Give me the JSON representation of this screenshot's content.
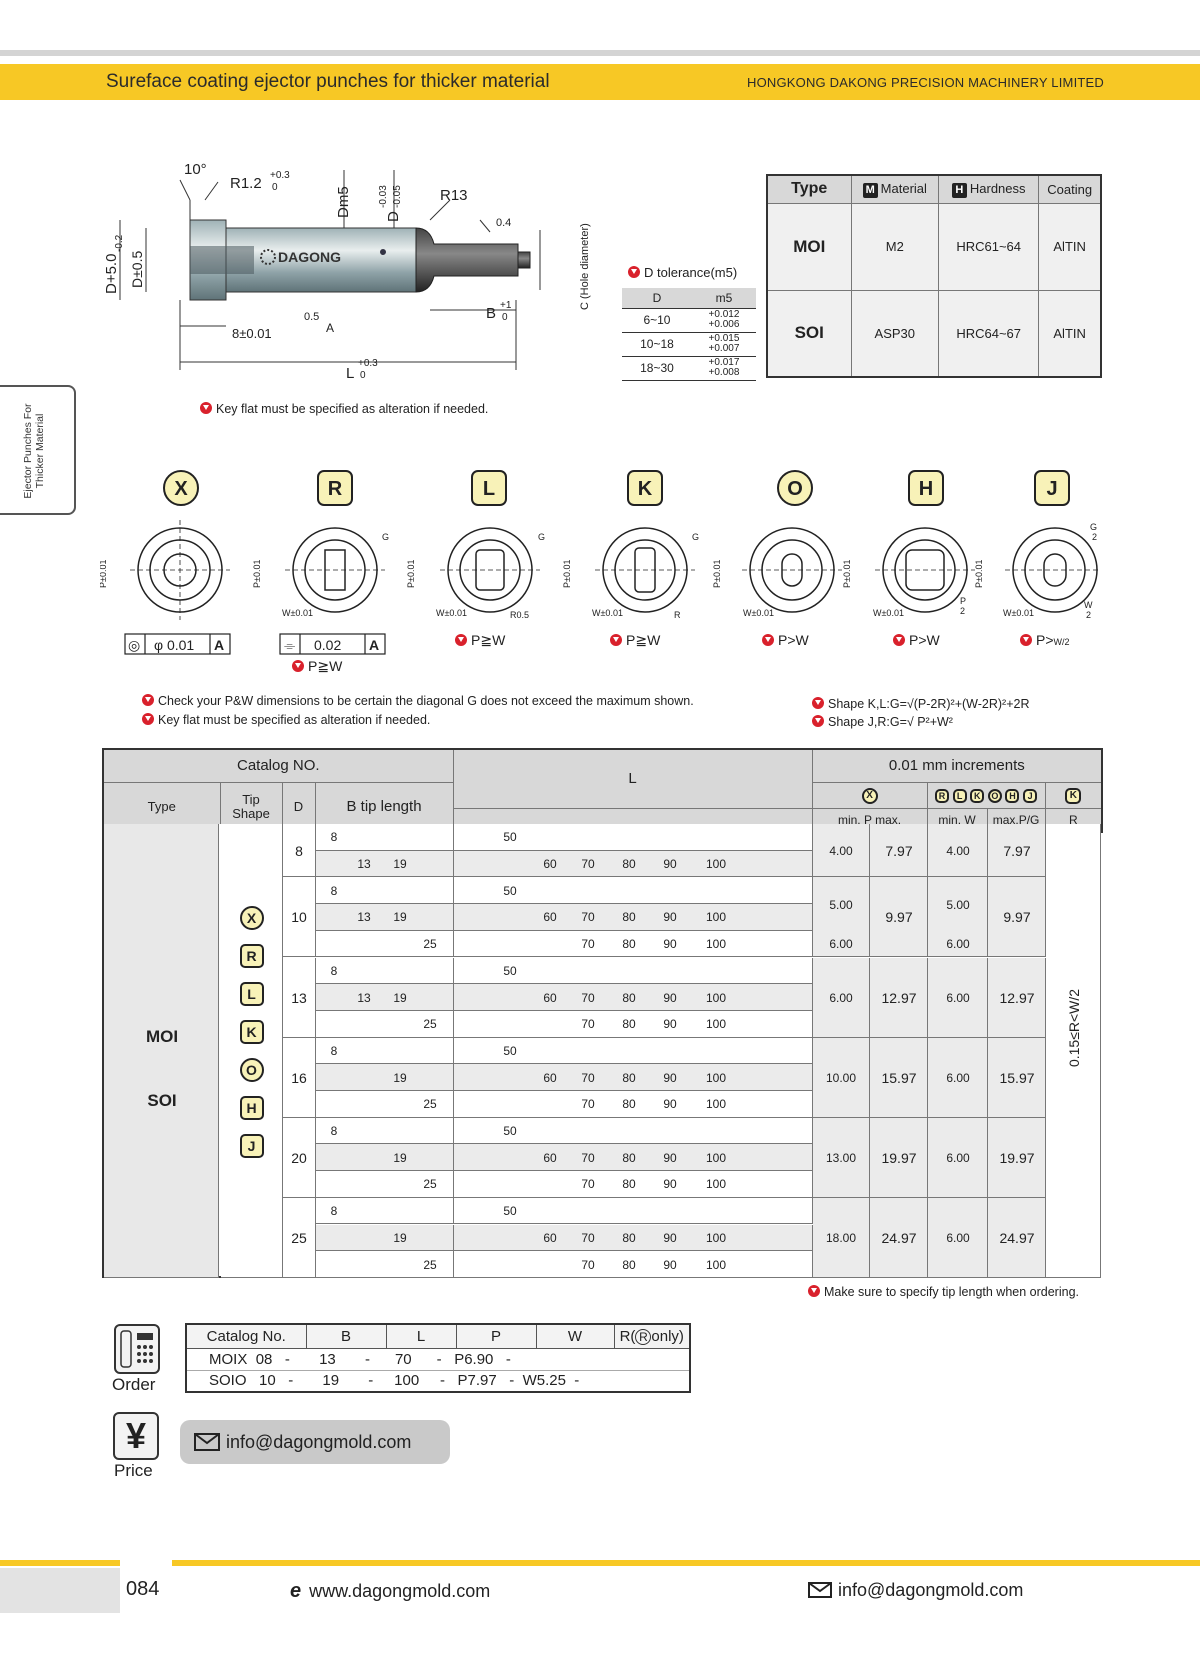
{
  "header": {
    "title": "Sureface coating ejector punches for thicker material",
    "company": "HONGKONG DAKONG PRECISION MACHINERY LIMITED"
  },
  "side_tab": {
    "line1": "Ejector Punches For",
    "line2": "Thicker Material"
  },
  "drawing": {
    "angle": "10°",
    "radius1": "R1.2",
    "radius1_tol_top": "+0.3",
    "radius1_tol_bot": "0",
    "dm": "Dm5",
    "d_tol": "D",
    "d_tol_top": "-0.03",
    "d_tol_bot": "-0.05",
    "r13": "R13",
    "rough": "0.4",
    "hole": "C (Hole diameter)",
    "head_d": "D+5.0",
    "head_d_tol": "-0.2",
    "d_pm": "D±0.5",
    "brand": "DAGONG",
    "rough2": "0.5",
    "datum": "A",
    "head_len": "8±0.01",
    "b_len": "B",
    "b_tol_top": "+1",
    "b_tol_bot": "0",
    "l_len": "L",
    "l_tol_top": "+0.3",
    "l_tol_bot": "0"
  },
  "note_key_flat": "Key flat must be specified as alteration if needed.",
  "spec_table": {
    "headers": [
      "Type",
      "Material",
      "Hardness",
      "Coating"
    ],
    "badge_material": "M",
    "badge_hardness": "H",
    "rows": [
      {
        "type": "MOI",
        "material": "M2",
        "hardness": "HRC61~64",
        "coating": "AlTIN"
      },
      {
        "type": "SOI",
        "material": "ASP30",
        "hardness": "HRC64~67",
        "coating": "AlTIN"
      }
    ]
  },
  "tolerance": {
    "title": "D tolerance(m5)",
    "headers": [
      "D",
      "m5"
    ],
    "rows": [
      {
        "d": "6~10",
        "top": "+0.012",
        "bot": "+0.006"
      },
      {
        "d": "10~18",
        "top": "+0.015",
        "bot": "+0.007"
      },
      {
        "d": "18~30",
        "top": "+0.017",
        "bot": "+0.008"
      }
    ]
  },
  "shapes": {
    "heads": [
      "X",
      "R",
      "L",
      "K",
      "O",
      "H",
      "J"
    ],
    "conditions": [
      "P≧W",
      "P≧W",
      "P≧W",
      "P>W",
      "P>W"
    ],
    "cond_j": "P>",
    "x_gdt": [
      "◎",
      "φ 0.01",
      "A"
    ],
    "r_gdt": [
      "⌯",
      "0.02",
      "A"
    ],
    "labels": {
      "p": "P±0.01",
      "w": "W±0.01",
      "g": "G",
      "r": "R",
      "r05": "R0.5",
      "p2": "P",
      "w2": "W",
      "two": "2"
    }
  },
  "notes": {
    "check": "Check your P&W dimensions to be certain the diagonal G does not exceed the maximum shown.",
    "key_flat2": "Key flat must be specified as alteration if needed.",
    "formula_kl": "Shape K,L:G=√(P-2R)²+(W-2R)²+2R",
    "formula_jr": "Shape J,R:G=√ P²+W²",
    "tip_length": "Make sure to specify tip length when ordering."
  },
  "catalog": {
    "h_catalog": "Catalog NO.",
    "h_l": "L",
    "h_increments": "0.01 mm increments",
    "h_type": "Type",
    "h_tip1": "Tip",
    "h_tip2": "Shape",
    "h_d": "D",
    "h_b": "B tip length",
    "h_x": "X",
    "h_rlkohj": [
      "R",
      "L",
      "K",
      "O",
      "H",
      "J"
    ],
    "h_k": "K",
    "h_minp": "min. P",
    "h_max": "max.",
    "h_minw": "min. W",
    "h_maxpg": "max.P/G",
    "h_r": "R",
    "types": [
      "MOI",
      "SOI"
    ],
    "tip_shapes": [
      "X",
      "R",
      "L",
      "K",
      "O",
      "H",
      "J"
    ],
    "r_rule": "0.15≤R<W/2",
    "groups": [
      {
        "d": "8",
        "rows": [
          {
            "b": [
              "8"
            ],
            "l": [
              "50"
            ]
          },
          {
            "b": [
              "13",
              "19"
            ],
            "l": [
              "60",
              "70",
              "80",
              "90",
              "100"
            ]
          }
        ],
        "minp": [
          "4.00"
        ],
        "maxp": "7.97",
        "minw": [
          "4.00"
        ],
        "maxpg": "7.97"
      },
      {
        "d": "10",
        "rows": [
          {
            "b": [
              "8"
            ],
            "l": [
              "50"
            ]
          },
          {
            "b": [
              "13",
              "19"
            ],
            "l": [
              "60",
              "70",
              "80",
              "90",
              "100"
            ]
          },
          {
            "b": [
              "25"
            ],
            "l": [
              "70",
              "80",
              "90",
              "100"
            ]
          }
        ],
        "minp": [
          "5.00",
          "6.00"
        ],
        "maxp": "9.97",
        "minw": [
          "5.00",
          "6.00"
        ],
        "maxpg": "9.97"
      },
      {
        "d": "13",
        "rows": [
          {
            "b": [
              "8"
            ],
            "l": [
              "50"
            ]
          },
          {
            "b": [
              "13",
              "19"
            ],
            "l": [
              "60",
              "70",
              "80",
              "90",
              "100"
            ]
          },
          {
            "b": [
              "25"
            ],
            "l": [
              "70",
              "80",
              "90",
              "100"
            ]
          }
        ],
        "minp": [
          "6.00"
        ],
        "maxp": "12.97",
        "minw": [
          "6.00"
        ],
        "maxpg": "12.97"
      },
      {
        "d": "16",
        "rows": [
          {
            "b": [
              "8"
            ],
            "l": [
              "50"
            ]
          },
          {
            "b": [
              "19"
            ],
            "l": [
              "60",
              "70",
              "80",
              "90",
              "100"
            ]
          },
          {
            "b": [
              "25"
            ],
            "l": [
              "70",
              "80",
              "90",
              "100"
            ]
          }
        ],
        "minp": [
          "10.00"
        ],
        "maxp": "15.97",
        "minw": [
          "6.00"
        ],
        "maxpg": "15.97"
      },
      {
        "d": "20",
        "rows": [
          {
            "b": [
              "8"
            ],
            "l": [
              "50"
            ]
          },
          {
            "b": [
              "19"
            ],
            "l": [
              "60",
              "70",
              "80",
              "90",
              "100"
            ]
          },
          {
            "b": [
              "25"
            ],
            "l": [
              "70",
              "80",
              "90",
              "100"
            ]
          }
        ],
        "minp": [
          "13.00"
        ],
        "maxp": "19.97",
        "minw": [
          "6.00"
        ],
        "maxpg": "19.97"
      },
      {
        "d": "25",
        "rows": [
          {
            "b": [
              "8"
            ],
            "l": [
              "50"
            ]
          },
          {
            "b": [
              "19"
            ],
            "l": [
              "60",
              "70",
              "80",
              "90",
              "100"
            ]
          },
          {
            "b": [
              "25"
            ],
            "l": [
              "70",
              "80",
              "90",
              "100"
            ]
          }
        ],
        "minp": [
          "18.00"
        ],
        "maxp": "24.97",
        "minw": [
          "6.00"
        ],
        "maxpg": "24.97"
      }
    ]
  },
  "order": {
    "label": "Order",
    "headers": [
      "Catalog No.",
      "B",
      "L",
      "P",
      "W",
      "R(",
      "R",
      "only)"
    ],
    "rows": [
      [
        "MOIX",
        "08",
        "-",
        "13",
        "-",
        "70",
        "-",
        "P6.90",
        "-",
        "",
        ""
      ],
      [
        "SOIO",
        "10",
        "-",
        "19",
        "-",
        "100",
        "-",
        "P7.97",
        "-",
        "W5.25",
        "-"
      ]
    ]
  },
  "price": {
    "label": "Price",
    "symbol": "¥"
  },
  "email": "info@dagongmold.com",
  "footer": {
    "page": "084",
    "web": "www.dagongmold.com",
    "mail": "info@dagongmold.com"
  }
}
